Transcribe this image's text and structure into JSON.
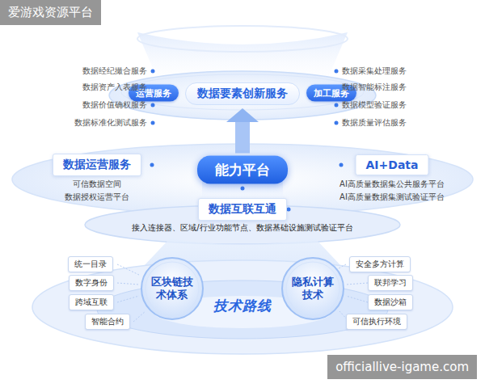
{
  "diagram": {
    "nodes": [
      {
        "text": [
          "运营服务"
        ]
      },
      {
        "text": [
          "数据要素创新服务"
        ]
      },
      {
        "text": [
          "加工服务"
        ]
      },
      {
        "text": [
          "数据运营服务"
        ]
      },
      {
        "text": [
          "能力平台"
        ]
      },
      {
        "text": [
          "AI+Data"
        ]
      },
      {
        "text": [
          "数据互联互通"
        ]
      },
      {
        "text": [
          "统一目录"
        ]
      },
      {
        "text": [
          "数字身份"
        ]
      },
      {
        "text": [
          "跨域互联"
        ]
      },
      {
        "text": [
          "智能合约"
        ]
      },
      {
        "text": [
          "区块链技术体系"
        ]
      },
      {
        "text": [
          "隐私计算技术"
        ]
      },
      {
        "text": [
          "安全多方计算"
        ]
      },
      {
        "text": [
          "联邦学习"
        ]
      },
      {
        "text": [
          "数据沙箱"
        ]
      },
      {
        "text": [
          "可信执行环境"
        ]
      }
    ],
    "edges": [
      {
        "from": 4,
        "to": 1,
        "arrow": "to"
      }
    ],
    "labels": [
      "爱游戏资源平台",
      "数据经纪撮合服务",
      "数据资产入表服务",
      "数据价值确权服务",
      "数据标准化测试服务",
      "数据采集处理服务",
      "数据智能标注服务",
      "数据模型验证服务",
      "数据质量评估服务",
      "可信数据空间",
      "数据授权运营平台",
      "AI高质量数据集公共服务平台",
      "AI高质量数据集测试验证平台",
      "接入连接器、区域/行业功能节点、数据基础设施测试验证平台",
      "技术路线",
      "officiallive-igame.com"
    ]
  }
}
